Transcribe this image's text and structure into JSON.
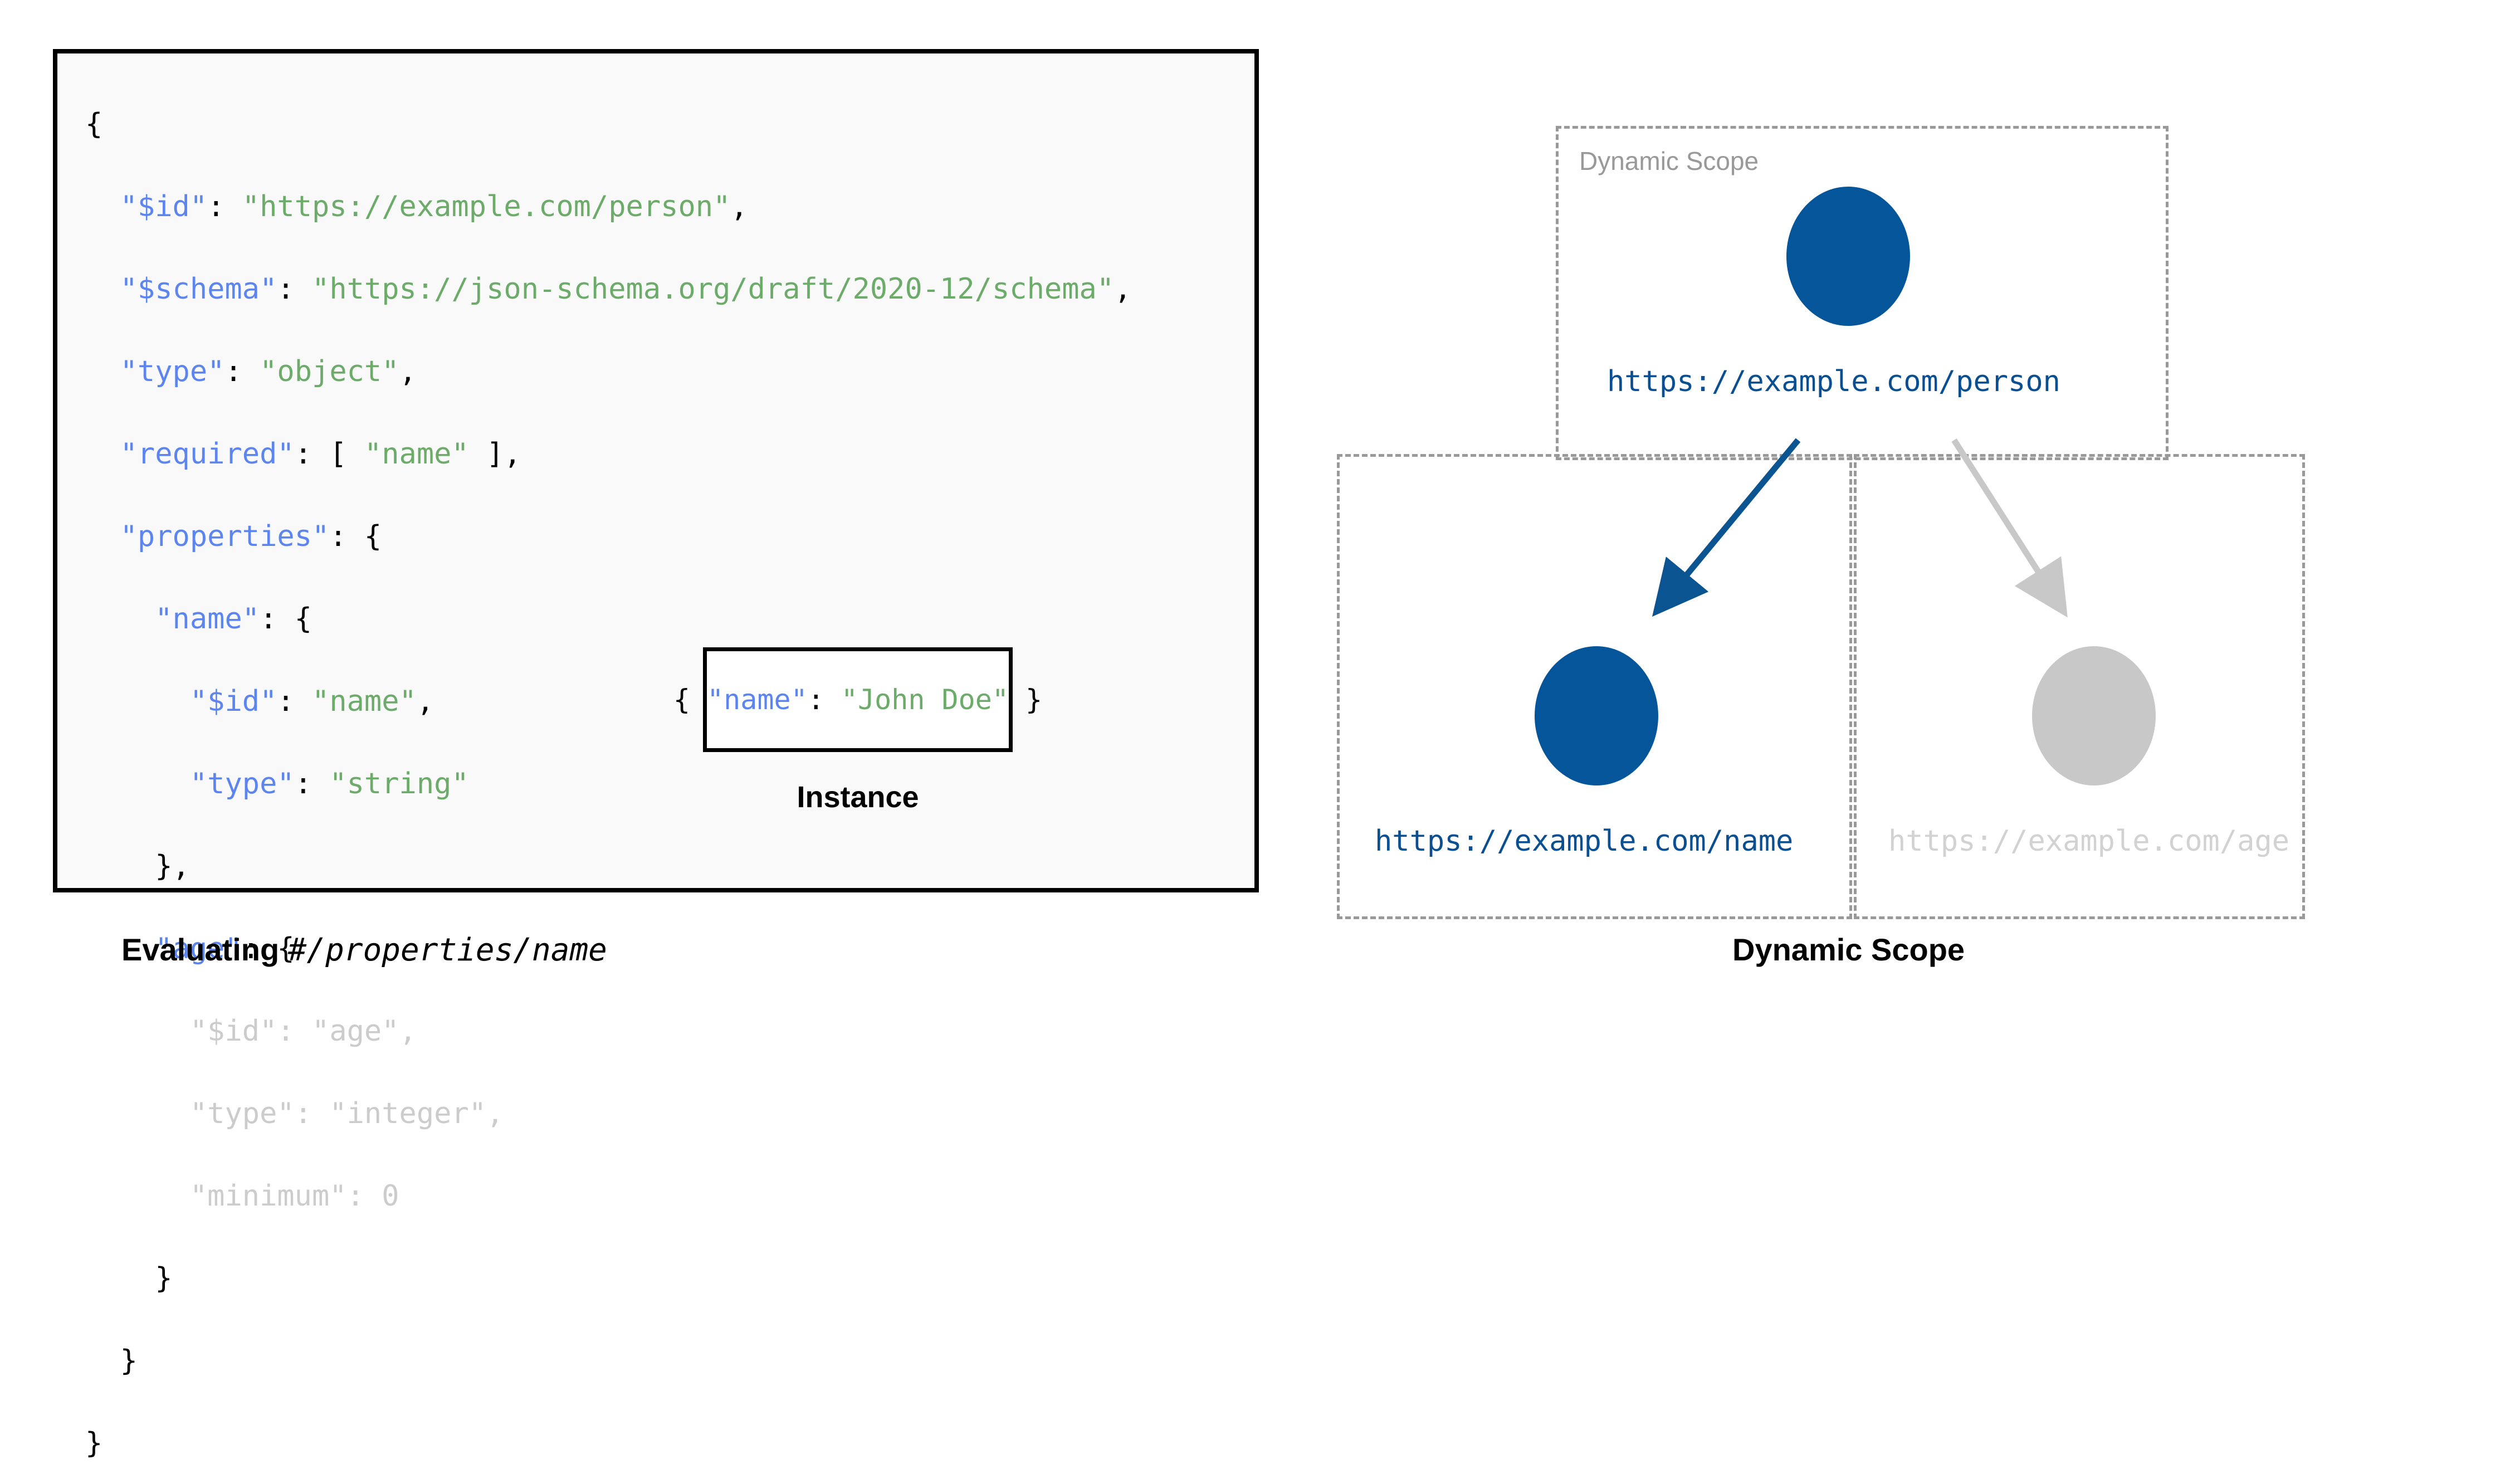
{
  "schema_panel": {
    "background": "#f9f9f9",
    "border_color": "#000000",
    "syntax_colors": {
      "key": "#5c85f0",
      "string": "#6cab69",
      "punct": "#000000",
      "dimmed": "#cccccc"
    },
    "lines": [
      {
        "indent": 0,
        "dimmed": false,
        "tokens": [
          {
            "t": "punct",
            "v": "{"
          }
        ]
      },
      {
        "indent": 1,
        "dimmed": false,
        "tokens": [
          {
            "t": "key",
            "v": "\"$id\""
          },
          {
            "t": "punct",
            "v": ": "
          },
          {
            "t": "str",
            "v": "\"https://example.com/person\""
          },
          {
            "t": "punct",
            "v": ","
          }
        ]
      },
      {
        "indent": 1,
        "dimmed": false,
        "tokens": [
          {
            "t": "key",
            "v": "\"$schema\""
          },
          {
            "t": "punct",
            "v": ": "
          },
          {
            "t": "str",
            "v": "\"https://json-schema.org/draft/2020-12/schema\""
          },
          {
            "t": "punct",
            "v": ","
          }
        ]
      },
      {
        "indent": 1,
        "dimmed": false,
        "tokens": [
          {
            "t": "key",
            "v": "\"type\""
          },
          {
            "t": "punct",
            "v": ": "
          },
          {
            "t": "str",
            "v": "\"object\""
          },
          {
            "t": "punct",
            "v": ","
          }
        ]
      },
      {
        "indent": 1,
        "dimmed": false,
        "tokens": [
          {
            "t": "key",
            "v": "\"required\""
          },
          {
            "t": "punct",
            "v": ": [ "
          },
          {
            "t": "str",
            "v": "\"name\""
          },
          {
            "t": "punct",
            "v": " ],"
          }
        ]
      },
      {
        "indent": 1,
        "dimmed": false,
        "tokens": [
          {
            "t": "key",
            "v": "\"properties\""
          },
          {
            "t": "punct",
            "v": ": {"
          }
        ]
      },
      {
        "indent": 2,
        "dimmed": false,
        "tokens": [
          {
            "t": "key",
            "v": "\"name\""
          },
          {
            "t": "punct",
            "v": ": {"
          }
        ]
      },
      {
        "indent": 3,
        "dimmed": false,
        "tokens": [
          {
            "t": "key",
            "v": "\"$id\""
          },
          {
            "t": "punct",
            "v": ": "
          },
          {
            "t": "str",
            "v": "\"name\""
          },
          {
            "t": "punct",
            "v": ","
          }
        ]
      },
      {
        "indent": 3,
        "dimmed": false,
        "tokens": [
          {
            "t": "key",
            "v": "\"type\""
          },
          {
            "t": "punct",
            "v": ": "
          },
          {
            "t": "str",
            "v": "\"string\""
          }
        ]
      },
      {
        "indent": 2,
        "dimmed": false,
        "tokens": [
          {
            "t": "punct",
            "v": "},"
          }
        ]
      },
      {
        "indent": 2,
        "dimmed": false,
        "tokens": [
          {
            "t": "key",
            "v": "\"age\""
          },
          {
            "t": "punct",
            "v": ": {"
          }
        ]
      },
      {
        "indent": 3,
        "dimmed": true,
        "tokens": [
          {
            "t": "key",
            "v": "\"$id\""
          },
          {
            "t": "punct",
            "v": ": "
          },
          {
            "t": "str",
            "v": "\"age\""
          },
          {
            "t": "punct",
            "v": ","
          }
        ]
      },
      {
        "indent": 3,
        "dimmed": true,
        "tokens": [
          {
            "t": "key",
            "v": "\"type\""
          },
          {
            "t": "punct",
            "v": ": "
          },
          {
            "t": "str",
            "v": "\"integer\""
          },
          {
            "t": "punct",
            "v": ","
          }
        ]
      },
      {
        "indent": 3,
        "dimmed": true,
        "tokens": [
          {
            "t": "key",
            "v": "\"minimum\""
          },
          {
            "t": "punct",
            "v": ": "
          },
          {
            "t": "num",
            "v": "0"
          }
        ]
      },
      {
        "indent": 2,
        "dimmed": false,
        "tokens": [
          {
            "t": "punct",
            "v": "}"
          }
        ]
      },
      {
        "indent": 1,
        "dimmed": false,
        "tokens": [
          {
            "t": "punct",
            "v": "}"
          }
        ]
      },
      {
        "indent": 0,
        "dimmed": false,
        "tokens": [
          {
            "t": "punct",
            "v": "}"
          }
        ]
      }
    ]
  },
  "instance": {
    "caption": "Instance",
    "tokens": [
      {
        "t": "punct",
        "v": "{ "
      },
      {
        "t": "key",
        "v": "\"name\""
      },
      {
        "t": "punct",
        "v": ": "
      },
      {
        "t": "str",
        "v": "\"John Doe\""
      },
      {
        "t": "punct",
        "v": " }"
      }
    ]
  },
  "left_caption": {
    "bold_text": "Evaluating ",
    "mono_text": "#/properties/name"
  },
  "diagram": {
    "scope_label": "Dynamic Scope",
    "caption": "Dynamic Scope",
    "colors": {
      "active_node": "#05559b",
      "inactive_node": "#c8c8c8",
      "active_label": "#0a4f91",
      "inactive_label": "#d2d2d2",
      "box_border": "#999999",
      "active_arrow": "#0a5591",
      "inactive_arrow": "#c8c8c8"
    },
    "nodes": [
      {
        "id": "person",
        "label": "https://example.com/person",
        "state": "active"
      },
      {
        "id": "name",
        "label": "https://example.com/name",
        "state": "active"
      },
      {
        "id": "age",
        "label": "https://example.com/age",
        "state": "inactive"
      }
    ],
    "edges": [
      {
        "from": "person",
        "to": "name",
        "state": "active"
      },
      {
        "from": "person",
        "to": "age",
        "state": "inactive"
      }
    ]
  },
  "right_caption": "Dynamic Scope"
}
